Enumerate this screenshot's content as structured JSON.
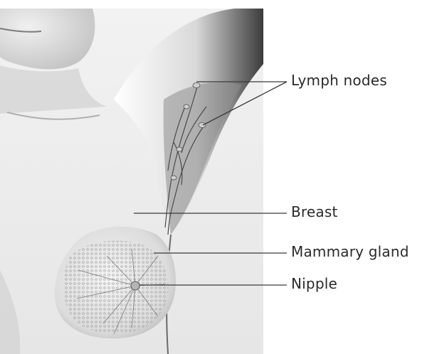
{
  "labels": {
    "lymph_nodes": "Lymph nodes",
    "breast": "Breast",
    "mammary_gland": "Mammary gland",
    "nipple": "Nipple"
  },
  "colors": {
    "line": "#3a3a3a",
    "text": "#2a2a2a",
    "skin_shadow": "#8a8a8a"
  }
}
